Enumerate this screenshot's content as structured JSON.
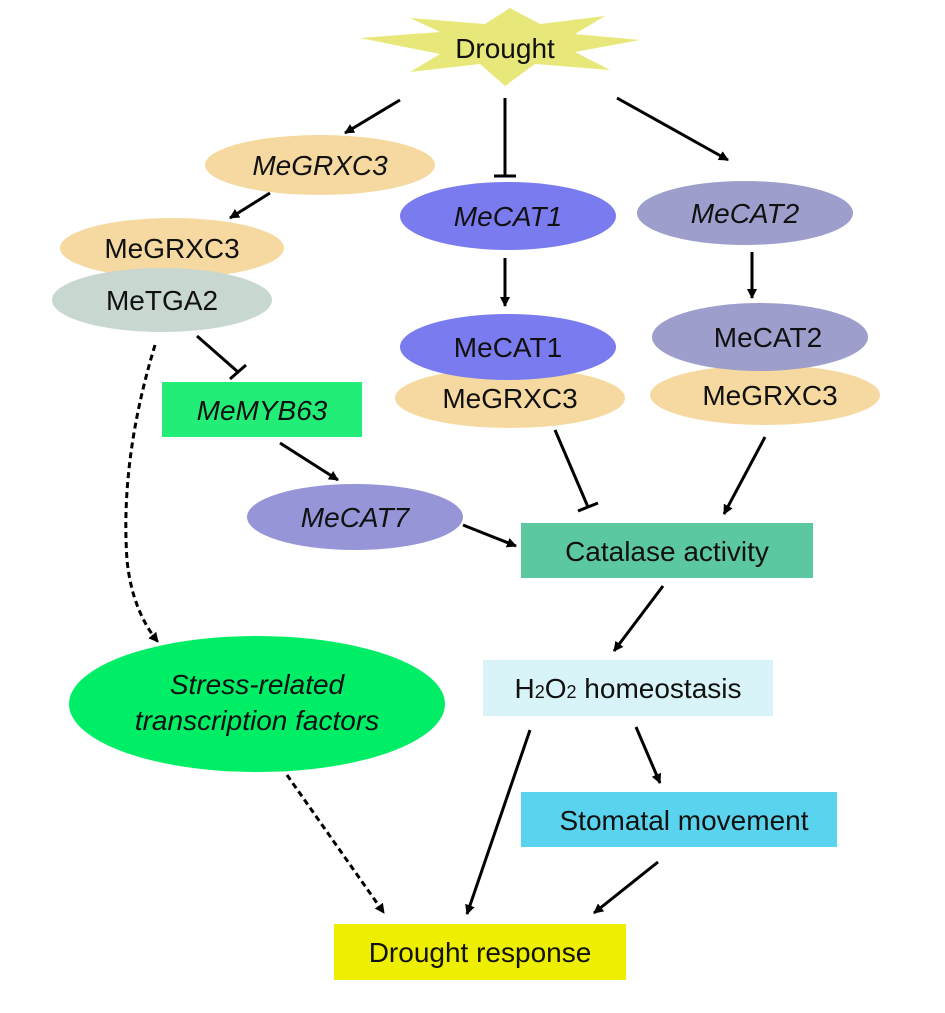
{
  "nodes": {
    "drought": "Drought",
    "megrxc3_gene": "MeGRXC3",
    "megrxc3_protein": "MeGRXC3",
    "metga2": "MeTGA2",
    "memyb63": "MeMYB63",
    "mecat7": "MeCAT7",
    "mecat1_gene": "MeCAT1",
    "mecat1_protein": "MeCAT1",
    "megrxc3_cat1": "MeGRXC3",
    "mecat2_gene": "MeCAT2",
    "mecat2_protein": "MeCAT2",
    "megrxc3_cat2": "MeGRXC3",
    "catalase": "Catalase activity",
    "h2o2_h": "H",
    "h2o2_sub1": "2",
    "h2o2_o": "O",
    "h2o2_sub2": "2",
    "h2o2_rest": " homeostasis",
    "stomatal": "Stomatal movement",
    "tf_line1": "Stress-related",
    "tf_line2": "transcription factors",
    "response": "Drought response"
  },
  "colors": {
    "drought_star": "#e8e87a",
    "megrxc3": "#f5d9a0",
    "metga2": "#c8d8d0",
    "memyb63": "#22ee77",
    "mecat1": "#7b7bf0",
    "mecat2": "#9e9ecc",
    "mecat7": "#9595d8",
    "catalase": "#5cc8a0",
    "h2o2": "#d9f4f8",
    "stomatal": "#5ad4ee",
    "tf": "#00ee66",
    "response": "#eeee00"
  }
}
